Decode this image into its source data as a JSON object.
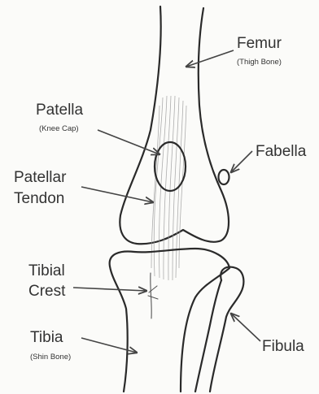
{
  "labels": {
    "femur": "Femur",
    "femur_sub": "(Thigh Bone)",
    "patella": "Patella",
    "patella_sub": "(Knee Cap)",
    "fabella": "Fabella",
    "patellar_tendon_1": "Patellar",
    "patellar_tendon_2": "Tendon",
    "tibial_crest_1": "Tibial",
    "tibial_crest_2": "Crest",
    "tibia": "Tibia",
    "tibia_sub": "(Shin Bone)",
    "fibula": "Fibula"
  }
}
